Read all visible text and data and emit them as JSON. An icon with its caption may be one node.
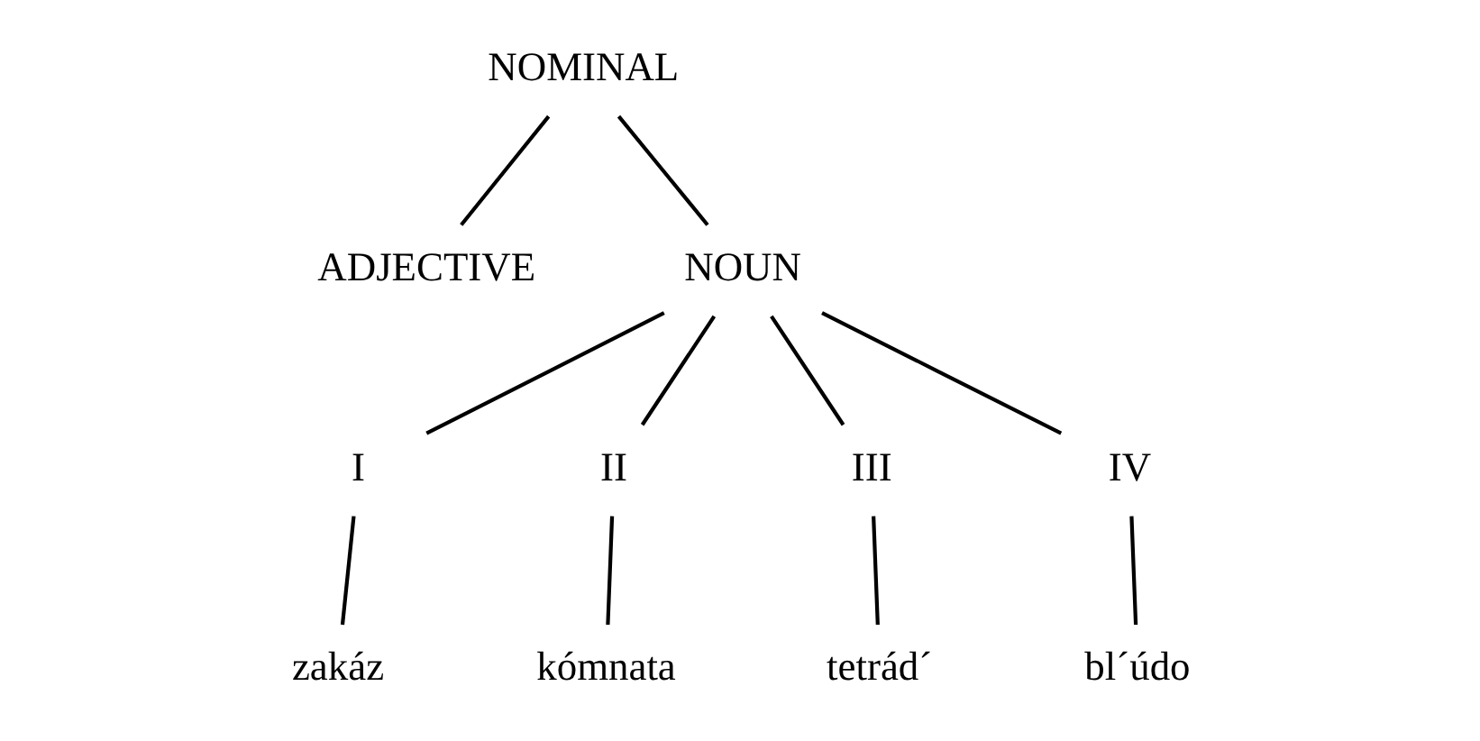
{
  "diagram": {
    "nodes": [
      {
        "text": [
          "NOMINAL"
        ]
      },
      {
        "text": [
          "ADJECTIVE"
        ]
      },
      {
        "text": [
          "NOUN"
        ]
      },
      {
        "text": [
          "I"
        ]
      },
      {
        "text": [
          "II"
        ]
      },
      {
        "text": [
          "III"
        ]
      },
      {
        "text": [
          "IV"
        ]
      },
      {
        "text": [
          "zakáz"
        ]
      },
      {
        "text": [
          "kómnata"
        ]
      },
      {
        "text": [
          "tetrád´"
        ]
      },
      {
        "text": [
          "bl´údo"
        ]
      }
    ],
    "edges": [
      {
        "from": 0,
        "to": 1,
        "arrow": "none"
      },
      {
        "from": 0,
        "to": 2,
        "arrow": "none"
      },
      {
        "from": 2,
        "to": 3,
        "arrow": "none"
      },
      {
        "from": 2,
        "to": 4,
        "arrow": "none"
      },
      {
        "from": 2,
        "to": 5,
        "arrow": "none"
      },
      {
        "from": 2,
        "to": 6,
        "arrow": "none"
      },
      {
        "from": 3,
        "to": 7,
        "arrow": "none"
      },
      {
        "from": 4,
        "to": 8,
        "arrow": "none"
      },
      {
        "from": 5,
        "to": 9,
        "arrow": "none"
      },
      {
        "from": 6,
        "to": 10,
        "arrow": "none"
      }
    ]
  }
}
